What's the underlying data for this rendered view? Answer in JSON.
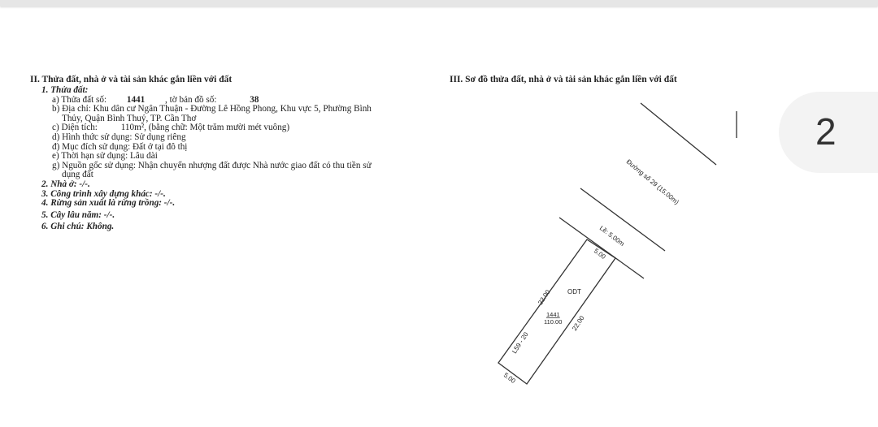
{
  "page_number": "2",
  "section2": {
    "title": "II. Thửa đất, nhà ở và tài sản khác gắn liền với đất",
    "land_heading": "1. Thửa đất:",
    "a_label": "a) Thửa đất số:",
    "a_parcel": "1441",
    "a_map_label": ", tờ bản đồ số:",
    "a_map": "38",
    "b_line1": "b) Địa chỉ:  Khu dân cư Ngân Thuận - Đường Lê Hồng Phong, Khu vực 5, Phường Bình",
    "b_line2": "Thủy, Quận Bình Thuỷ, TP. Cần Thơ",
    "c_label": "c) Diện tích:",
    "c_value": "110m², (bằng chữ: Một trăm mười mét vuông)",
    "d1": "d) Hình thức sử dụng:   Sử dụng riêng",
    "d2": "đ) Mục đích sử dụng:  Đất ở tại đô thị",
    "e": "e) Thời hạn sử dụng:  Lâu dài",
    "g_line1": "g) Nguồn gốc sử dụng:  Nhận chuyển nhượng đất được Nhà nước giao đất có thu tiền sử",
    "g_line2": "dụng đất",
    "item2": "2. Nhà ở:  -/-.",
    "item3": "3. Công trình xây dựng khác: -/-.",
    "item4": "4. Rừng sản xuất là rừng trồng: -/-.",
    "item5": "5. Cây lâu năm:  -/-.",
    "item6": "6. Ghi chú: Không."
  },
  "section3": {
    "title": "III. Sơ đồ thửa đất, nhà ở và tài sản khác gắn liền với đất",
    "road_label": "Đường số 29 (15.00m)",
    "sidewalk_label": "Lề: 5.00m",
    "front_width": "5.00",
    "rear_width": "5.00",
    "left_length": "22.00",
    "right_length": "22.00",
    "land_type": "ODT",
    "parcel_number": "1441",
    "area": "110.00",
    "lot_label": "L59 - 20"
  }
}
